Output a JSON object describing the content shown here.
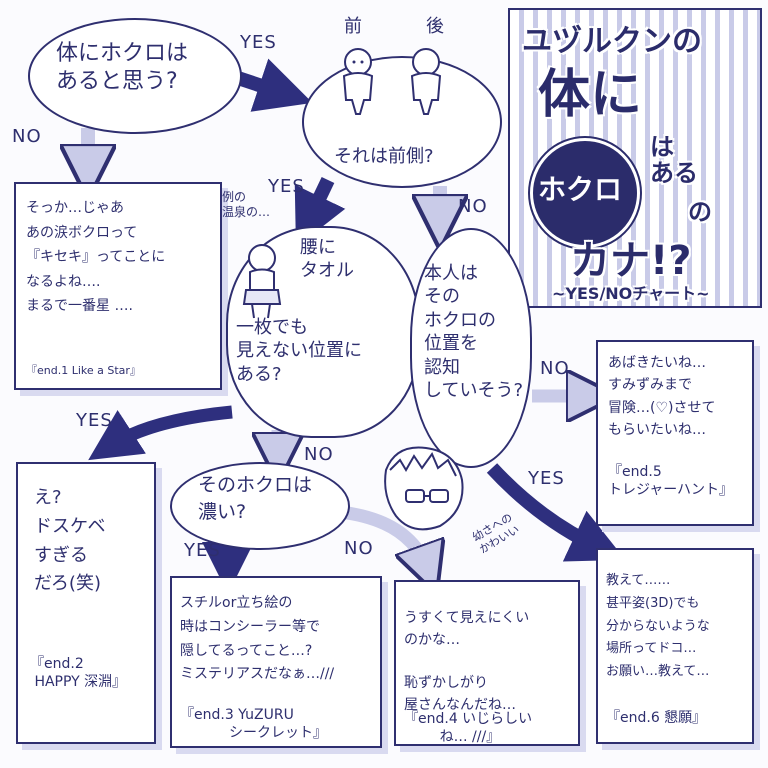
{
  "title": {
    "line1": "ユヅルクンの",
    "line2": "体に",
    "circle": "ホクロ",
    "wa_aru": "は\nある",
    "no": "の",
    "line4": "カナ!?",
    "sub": "~YES/NOチャート~"
  },
  "q1": "体にホクロは\nあると思う?",
  "q2_heads": {
    "front": "前",
    "back": "後"
  },
  "q2": "それは前側?",
  "q3_note": "例の\n温泉の…",
  "q3": "腰に\nタオル\n一枚でも\n見えない位置に\nある?",
  "q4": "本人は\nその\nホクロの\n位置を\n認知\nしていそう?",
  "q5": "そのホクロは\n濃い?",
  "labels": {
    "yes1": "YES",
    "no1": "NO",
    "yes2": "YES",
    "no2": "NO",
    "yes3": "YES",
    "no3": "NO",
    "no4": "NO",
    "yes4": "YES",
    "yes5": "YES",
    "no5": "NO"
  },
  "side_note": "幼さへの\nかわいい",
  "end1": {
    "body": "そっか…じゃあ\nあの涙ボクロって\n『キセキ』ってことに\nなるよね….\nまるで一番星 ….",
    "tag": "『end.1 Like a Star』"
  },
  "end2": {
    "body": "え?\nドスケベ\nすぎる\nだろ(笑)",
    "tag": "『end.2\n HAPPY 深淵』"
  },
  "end3": {
    "body": "スチルor立ち絵の\n時はコンシーラー等で\n隠してるってこと…?\nミステリアスだなぁ…///",
    "tag": "『end.3 YuZURU\n           シークレット』"
  },
  "end4": {
    "body": "うすくて見えにくい\nのかな…\n\n恥ずかしがり\n屋さんなんだね…",
    "tag": "『end.4 いじらしい\n        ね… ///』"
  },
  "end5": {
    "body": "あばきたいね…\nすみずみまで\n冒険…(♡)させて\nもらいたいね…",
    "tag": "『end.5\nトレジャーハント』"
  },
  "end6": {
    "body": "教えて……\n甚平姿(3D)でも\n分からないような\n場所ってドコ…\nお願い…教えて…",
    "tag": "『end.6 懇願』"
  }
}
